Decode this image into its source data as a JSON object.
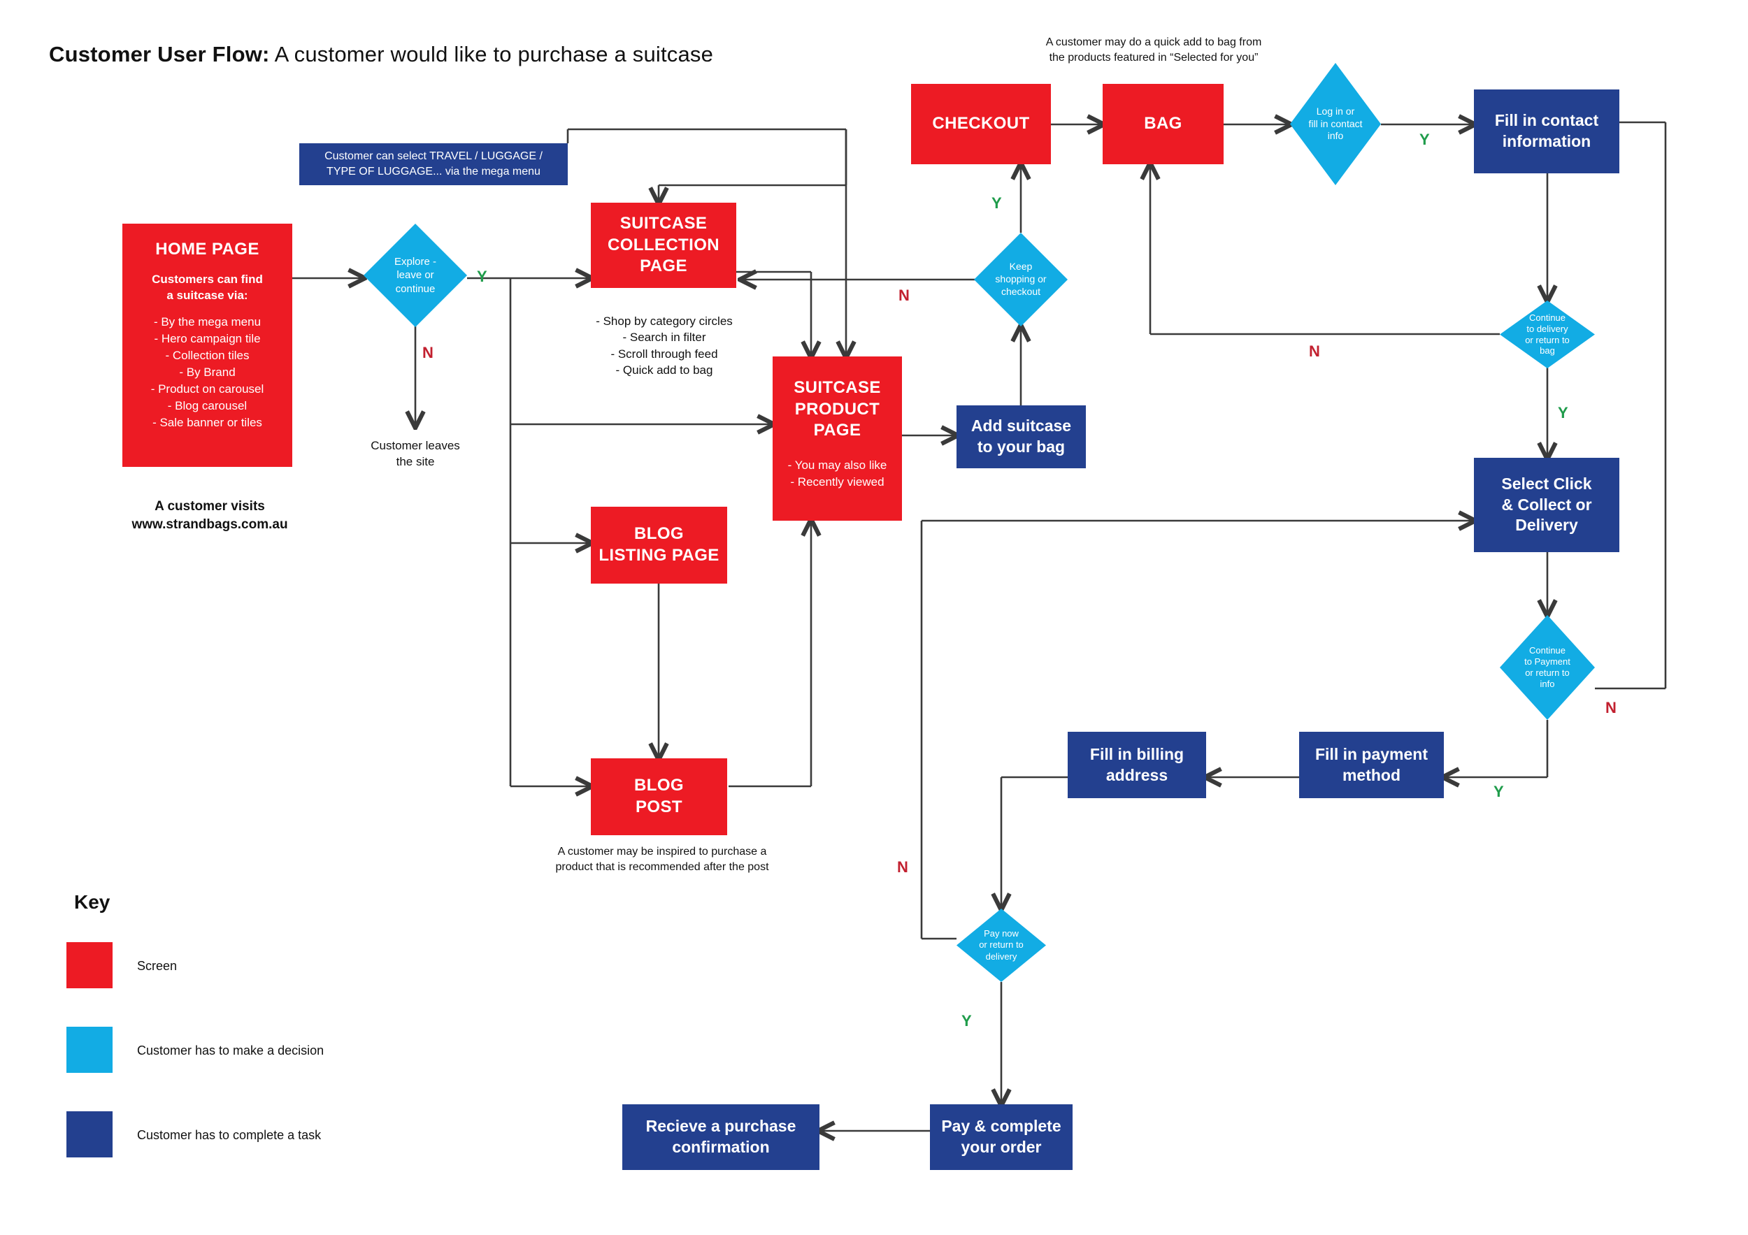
{
  "title": {
    "bold": "Customer User Flow:",
    "rest": " A customer would like to purchase a suitcase"
  },
  "colors": {
    "screen": "#ed1b24",
    "decision": "#12ace4",
    "task": "#23408f",
    "yes": "#1f9c4b",
    "no": "#c2202f",
    "line": "#3a3a3a"
  },
  "nodes": {
    "home_page": {
      "title": "HOME PAGE",
      "subtitle_line1": "Customers can find",
      "subtitle_line2": "a suitcase via:",
      "bullets": [
        "- By the mega menu",
        "- Hero campaign tile",
        "- Collection tiles",
        "- By Brand",
        "- Product on carousel",
        "- Blog carousel",
        "- Sale banner or tiles"
      ]
    },
    "mega_menu_note": {
      "line1": "Customer can select TRAVEL / LUGGAGE /",
      "line2": "TYPE OF LUGGAGE... via the mega menu"
    },
    "explore_decision": {
      "line1": "Explore -",
      "line2": "leave or",
      "line3": "continue"
    },
    "customer_leaves": {
      "line1": "Customer leaves",
      "line2": "the site"
    },
    "suitcase_collection_page": {
      "line1": "SUITCASE",
      "line2": "COLLECTION",
      "line3": "PAGE"
    },
    "collection_bullets": [
      "- Shop by category circles",
      "- Search in filter",
      "- Scroll through feed",
      "- Quick add to bag"
    ],
    "suitcase_product_page": {
      "line1": "SUITCASE",
      "line2": "PRODUCT",
      "line3": "PAGE"
    },
    "product_bullets": [
      "- You may also like",
      "- Recently viewed"
    ],
    "blog_listing_page": {
      "line1": "BLOG",
      "line2": "LISTING PAGE"
    },
    "blog_post": {
      "line1": "BLOG",
      "line2": "POST"
    },
    "blog_note": {
      "line1": "A customer may be inspired to purchase a",
      "line2": "product that is recommended after the post"
    },
    "add_to_bag": {
      "line1": "Add suitcase",
      "line2": "to your bag"
    },
    "keep_shopping_decision": {
      "line1": "Keep",
      "line2": "shopping or",
      "line3": "checkout"
    },
    "checkout": {
      "label": "CHECKOUT"
    },
    "bag": {
      "label": "BAG"
    },
    "quick_add_note": {
      "line1": "A customer may do a quick add to bag from",
      "line2": "the products featured in “Selected for you”"
    },
    "login_decision": {
      "line1": "Log in or",
      "line2": "fill in contact",
      "line3": "info"
    },
    "fill_contact": {
      "line1": "Fill in contact",
      "line2": "information"
    },
    "continue_delivery_decision": {
      "line1": "Continue",
      "line2": "to delivery",
      "line3": "or return to",
      "line4": "bag"
    },
    "select_click_collect": {
      "line1": "Select Click",
      "line2": "& Collect or",
      "line3": "Delivery"
    },
    "continue_payment_decision": {
      "line1": "Continue",
      "line2": "to Payment",
      "line3": "or return to",
      "line4": "info"
    },
    "fill_payment_method": {
      "line1": "Fill in payment",
      "line2": "method"
    },
    "fill_billing_address": {
      "line1": "Fill in billing",
      "line2": "address"
    },
    "pay_now_decision": {
      "line1": "Pay now",
      "line2": "or return to",
      "line3": "delivery"
    },
    "pay_complete": {
      "line1": "Pay & complete",
      "line2": "your order"
    },
    "receive_confirmation": {
      "line1": "Recieve a purchase",
      "line2": "confirmation"
    },
    "visit_note": {
      "line1": "A customer visits",
      "line2": "www.strandbags.com.au"
    }
  },
  "edge_labels": {
    "explore_yes": "Y",
    "explore_no": "N",
    "keep_shopping_no": "N",
    "keep_shopping_yes": "Y",
    "login_yes": "Y",
    "continue_delivery_no": "N",
    "continue_delivery_yes": "Y",
    "continue_payment_no": "N",
    "continue_payment_yes": "Y",
    "pay_now_no": "N",
    "pay_now_yes": "Y"
  },
  "key": {
    "heading": "Key",
    "items": [
      {
        "color": "#ed1b24",
        "label": "Screen"
      },
      {
        "color": "#12ace4",
        "label": "Customer has to make a decision"
      },
      {
        "color": "#23408f",
        "label": "Customer has to complete a task"
      }
    ]
  }
}
